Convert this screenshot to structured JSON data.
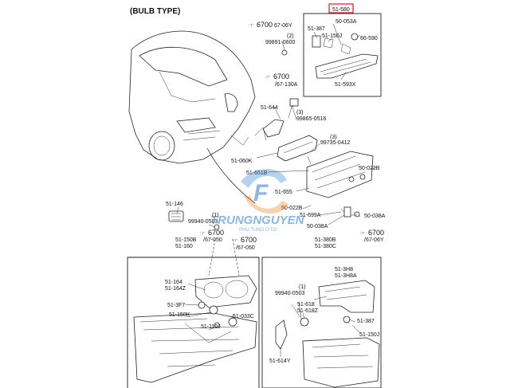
{
  "header": {
    "title": "(BULB TYPE)"
  },
  "highlight_part": "51-580",
  "labels": {
    "p50_053A": "50-053A",
    "p51_387_top": "51-387",
    "p51_150J_top": "51-150J",
    "p66_590": "66-590",
    "p51_593X": "51-593X",
    "ref6700_a_num": "6700",
    "ref6700_a_sub": "67-06Y",
    "ref_qty2": "(2)",
    "p99891_0600": "99891-0600",
    "ref6700_b_num": "6700",
    "ref6700_b_sub": "/67-130A",
    "p51_644": "51-644",
    "ref_qty3a": "(3)",
    "p99865_0516": "99865-0516",
    "ref_qty3b": "(3)",
    "p99735_0412": "99735-0412",
    "p51_060K": "51-060K",
    "p51_651B": "51-651B",
    "p50_022B_r": "50-022B",
    "p51_655": "51-655",
    "p50_022B_l": "50-022B",
    "p51_699A": "51-699A",
    "p50_038A_r": "50-038A",
    "p50_038A_l": "50-038A",
    "p51_146": "51-146",
    "ref_qty1a": "(1)",
    "p99940_0503_a": "99940-0503",
    "ref6700_c_num": "6700",
    "ref6700_c_sub": "/67-050",
    "ref6700_d_num": "6700",
    "ref6700_d_sub": "/67-050",
    "p51_150B": "51-150B",
    "p51_160": "51-160",
    "p51_380B": "51-380B",
    "p51_380C": "51-380C",
    "ref6700_e_num": "6700",
    "ref6700_e_sub": "/67-06Y",
    "p51_164": "51-164",
    "p51_164Z": "51-164Z",
    "p51_3F7": "51-3F7",
    "p51_150K": "51-150K",
    "p51_110J": "51-110J",
    "p51_033C": "51-033C",
    "p51_3H8": "51-3H8",
    "p51_3H8A": "51-3H8A",
    "ref_qty1b": "(1)",
    "p99940_0503_b": "99940-0503",
    "p51_618": "51-618",
    "p51_618Z": "51-618Z",
    "p51_387_bot": "51-387",
    "p51_150J_bot": "51-150J",
    "p51_614Y": "51-614Y"
  },
  "watermark": {
    "brand": "TRUNGNGUYEN",
    "tagline": "PHỤ TÙNG Ô TÔ",
    "highlight_color": "#e0141e",
    "brand_color": "#2a7fd0"
  }
}
